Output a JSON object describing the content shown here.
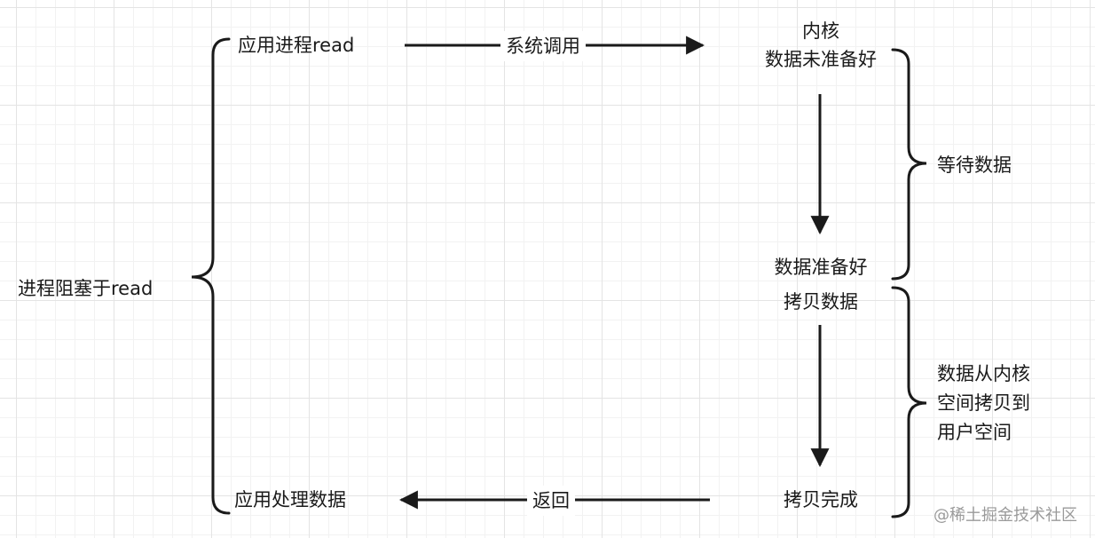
{
  "diagram": {
    "nodes": {
      "app_read": "应用进程read",
      "kernel_not_ready": [
        "内核",
        "数据未准备好"
      ],
      "data_ready": "数据准备好",
      "copy_data": "拷贝数据",
      "copy_done": "拷贝完成",
      "app_process": "应用处理数据",
      "process_blocked": "进程阻塞于read",
      "wait_data": "等待数据",
      "copy_desc": [
        "数据从内核",
        "空间拷贝到",
        "用户空间"
      ]
    },
    "edges": {
      "syscall": "系统调用",
      "return": "返回"
    }
  },
  "watermark": "@稀土掘金技术社区",
  "colors": {
    "stroke": "#1a1a1a",
    "text": "#1a1a1a",
    "grid_major": "#e4e4e4",
    "grid_minor": "#f2f2f2"
  }
}
